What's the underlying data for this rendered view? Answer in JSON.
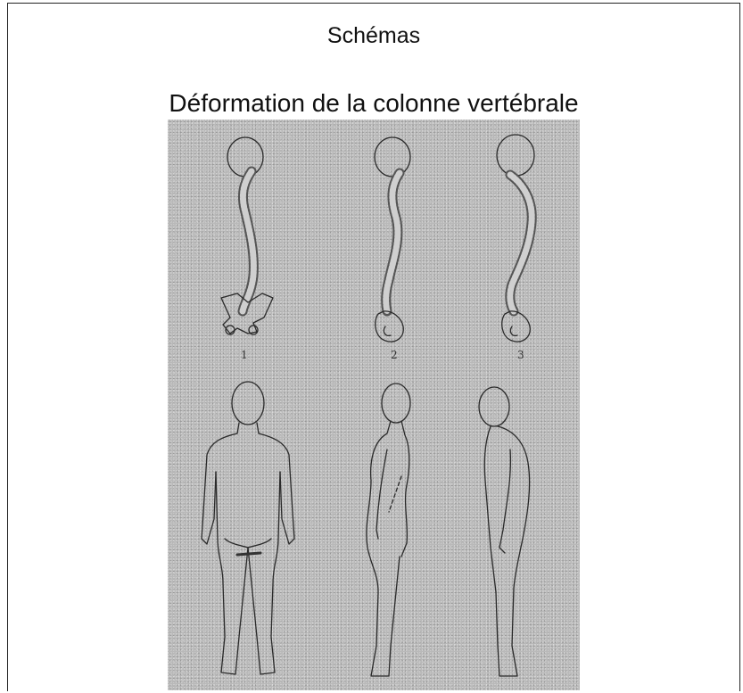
{
  "document": {
    "title": "Schémas",
    "subtitle": "Déformation de la colonne vertébrale"
  },
  "figure": {
    "labels": [
      "1",
      "2",
      "3"
    ],
    "colors": {
      "background": "#b9b9b9",
      "ink": "#2a2a2a"
    }
  }
}
